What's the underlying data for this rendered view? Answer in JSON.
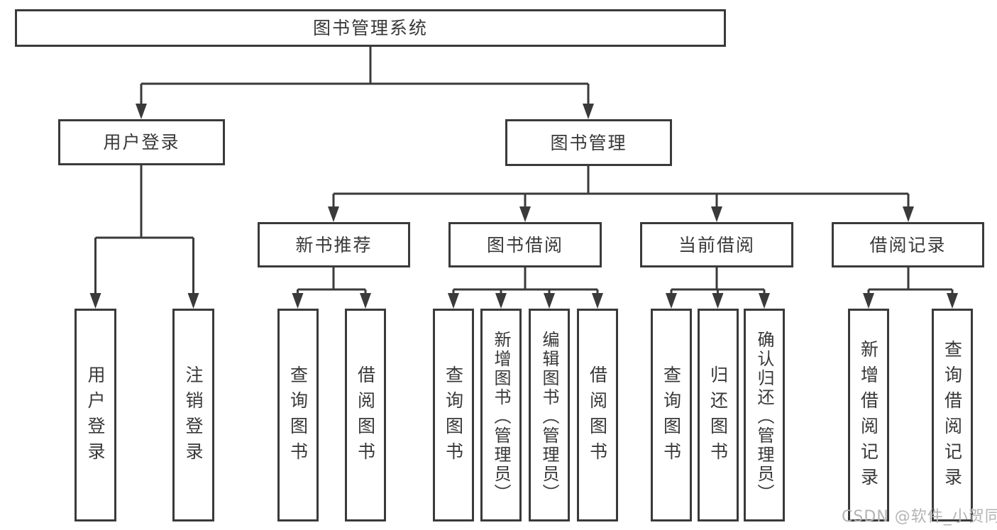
{
  "nodes": {
    "root": "图书管理系统",
    "user_login": "用户登录",
    "book_mgmt": "图书管理",
    "login_children": [
      "用户登录",
      "注销登录"
    ],
    "new_book": "新书推荐",
    "new_book_children": [
      "查询图书",
      "借阅图书"
    ],
    "borrow": "图书借阅",
    "borrow_children": [
      "查询图书",
      "新增图书（管理员）",
      "编辑图书（管理员）",
      "借阅图书"
    ],
    "current": "当前借阅",
    "current_children": [
      "查询图书",
      "归还图书",
      "确认归还（管理员）"
    ],
    "record": "借阅记录",
    "record_children": [
      "新增借阅记录",
      "查询借阅记录"
    ]
  },
  "watermark": {
    "text": "CSDN @软件_小贺同学"
  },
  "colors": {
    "line": "#3a3a3a",
    "text": "#383838",
    "background": "#ffffff",
    "watermark": "#b4b4b4"
  }
}
